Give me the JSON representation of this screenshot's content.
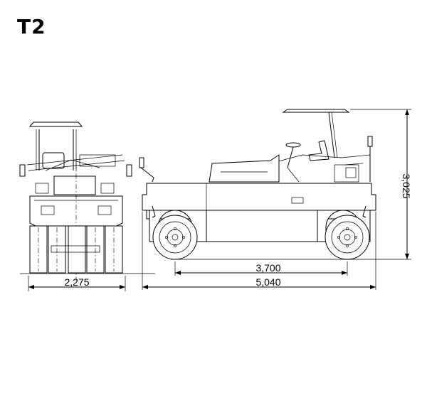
{
  "title": "T2",
  "dimensions": {
    "front_width": "2,275",
    "wheelbase": "3,700",
    "overall_length": "5,040",
    "overall_height": "3,025"
  },
  "colors": {
    "line": "#000000",
    "background": "#ffffff"
  }
}
